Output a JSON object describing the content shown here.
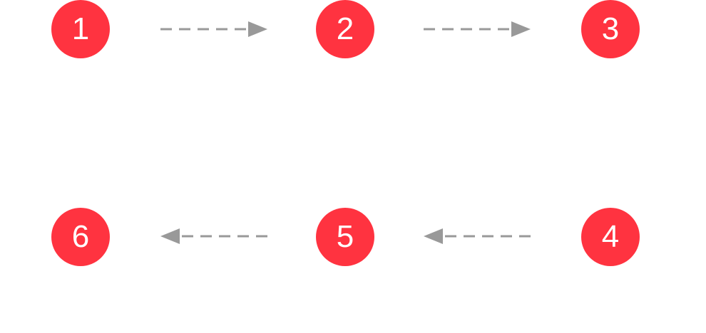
{
  "diagram": {
    "nodes": [
      {
        "id": "step-1",
        "label": "1"
      },
      {
        "id": "step-2",
        "label": "2"
      },
      {
        "id": "step-3",
        "label": "3"
      },
      {
        "id": "step-4",
        "label": "4"
      },
      {
        "id": "step-5",
        "label": "5"
      },
      {
        "id": "step-6",
        "label": "6"
      }
    ],
    "edges": [
      {
        "from": "1",
        "to": "2",
        "direction": "right"
      },
      {
        "from": "2",
        "to": "3",
        "direction": "right"
      },
      {
        "from": "4",
        "to": "5",
        "direction": "left"
      },
      {
        "from": "5",
        "to": "6",
        "direction": "left"
      }
    ],
    "colors": {
      "node_fill": "#ff3340",
      "node_text": "#ffffff",
      "arrow": "#999999"
    }
  }
}
